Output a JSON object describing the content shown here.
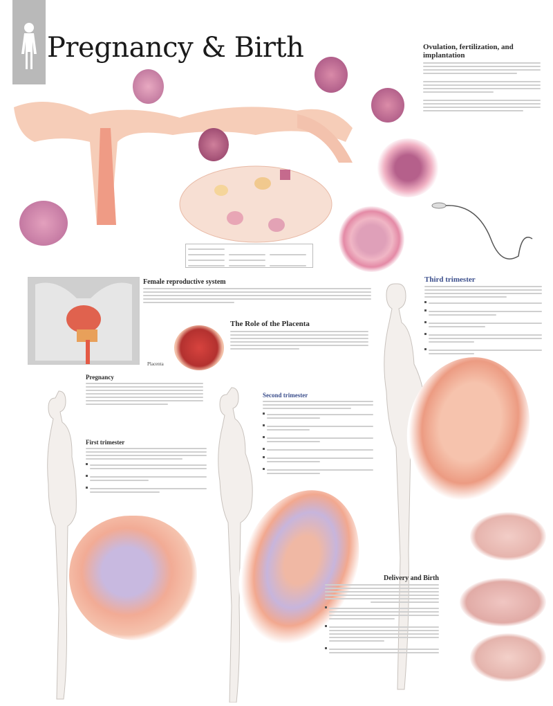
{
  "poster": {
    "title": "Pregnancy & Birth",
    "sidebar_icon": "female-silhouette-icon"
  },
  "sections": {
    "ovulation": {
      "heading": "Ovulation, fertilization, and implantation"
    },
    "female_repro": {
      "heading": "Female reproductive system"
    },
    "placenta": {
      "heading": "The Role of the Placenta",
      "label": "Placenta"
    },
    "pregnancy": {
      "heading": "Pregnancy"
    },
    "first_trimester": {
      "heading": "First trimester"
    },
    "second_trimester": {
      "heading": "Second trimester"
    },
    "third_trimester": {
      "heading": "Third trimester"
    },
    "delivery": {
      "heading": "Delivery and Birth"
    }
  },
  "colors": {
    "heading_dark": "#2a2a2a",
    "heading_blue": "#3c4f8c",
    "tissue_pink": "#f3b9a3",
    "cell_magenta": "#b75a86",
    "sidebar_gray": "#b9b9b9"
  }
}
